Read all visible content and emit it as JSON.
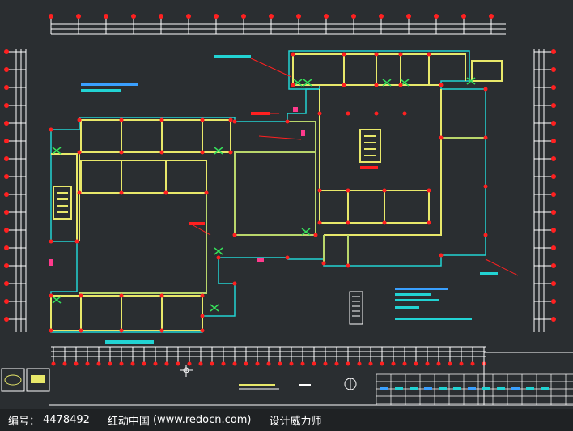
{
  "drawing": {
    "colors": {
      "background": "#2a2e31",
      "wall": "#e8e86a",
      "wall_alt": "#b9d66b",
      "outline": "#22d3d3",
      "grid": "#ffffff",
      "marker": "#ff2020",
      "accent": "#ff3a8c",
      "door": "#36e05a",
      "frame": "#ffffff",
      "annotation": "#3aa0ff"
    },
    "north_symbol": "north-arrow"
  },
  "watermark": {
    "id_label": "编号：",
    "id_value": "4478492",
    "site_name": "红动中国",
    "site_url": "(www.redocn.com)",
    "slogan": "设计威力师"
  }
}
